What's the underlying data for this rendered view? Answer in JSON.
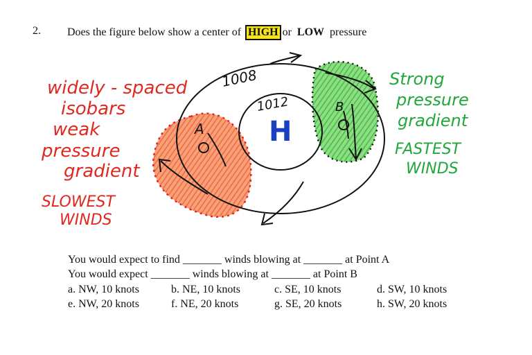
{
  "question": {
    "number": "2.",
    "prefix": "Does the figure below show a center of",
    "option_high": "HIGH",
    "or_word": "or",
    "option_low": "LOW",
    "suffix": "pressure"
  },
  "diagram": {
    "left_note": [
      "widely - spaced",
      "isobars",
      "weak",
      "pressure",
      "gradient"
    ],
    "left_slow": [
      "SLOWEST",
      "WINDS"
    ],
    "right_note": [
      "Strong",
      "pressure",
      "gradient"
    ],
    "right_fast": [
      "FASTEST",
      "WINDS"
    ],
    "isobar_outer": "1008",
    "isobar_inner": "1012",
    "center_label": "H",
    "point_a": "A",
    "point_b": "B",
    "colors": {
      "red": "#e12820",
      "green": "#22a73a",
      "blue": "#1a3fbf",
      "orange": "#f28a5c",
      "green_fill": "#5cc95a"
    }
  },
  "sentences": {
    "line1": "You would expect to find _______ winds blowing at _______ at Point A",
    "line2": "You would expect _______ winds blowing at _______ at Point B"
  },
  "choices": [
    "a. NW, 10 knots",
    "b. NE, 10 knots",
    "c. SE, 10 knots",
    "d. SW, 10 knots",
    "e. NW, 20 knots",
    "f. NE, 20 knots",
    "g. SE, 20 knots",
    "h. SW, 20 knots"
  ]
}
